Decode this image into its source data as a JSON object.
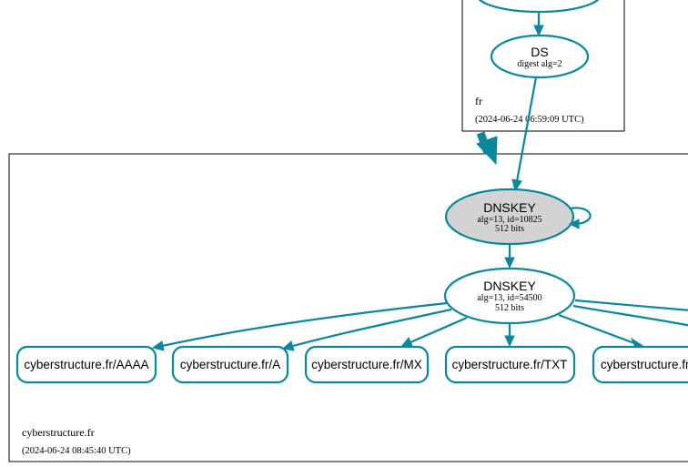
{
  "colors": {
    "edge": "#0a879a",
    "ksk_fill": "#d3d3d3",
    "node_fill": "#ffffff",
    "zone_border": "#000000"
  },
  "zones": {
    "parent": {
      "name": "fr",
      "timestamp": "(2024-06-24 06:59:09 UTC)"
    },
    "child": {
      "name": "cyberstructure.fr",
      "timestamp": "(2024-06-24 08:45:40 UTC)"
    }
  },
  "nodes": {
    "ds": {
      "title": "DS",
      "line1": "digest alg=2"
    },
    "ksk": {
      "title": "DNSKEY",
      "line1": "alg=13, id=10825",
      "line2": "512 bits"
    },
    "zsk": {
      "title": "DNSKEY",
      "line1": "alg=13, id=54500",
      "line2": "512 bits"
    }
  },
  "records": [
    "cyberstructure.fr/AAAA",
    "cyberstructure.fr/A",
    "cyberstructure.fr/MX",
    "cyberstructure.fr/TXT",
    "cyberstructure.fr/SOA"
  ]
}
